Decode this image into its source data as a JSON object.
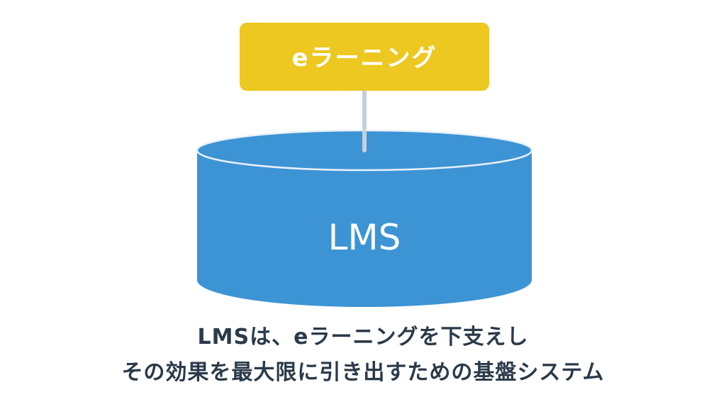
{
  "diagram": {
    "top_box_label": "eラーニング",
    "cylinder_label": "LMS",
    "caption_line_1": "LMSは、eラーニングを下支えし",
    "caption_line_2": "その効果を最大限に引き出すための基盤システム"
  },
  "colors": {
    "top_box_fill": "#ecc820",
    "cylinder_fill": "#3d94d4",
    "cylinder_top_rim": "#e8f1fa",
    "connector": "#c6d0dc",
    "caption_text": "#2a3a4a",
    "label_text": "#ffffff"
  }
}
